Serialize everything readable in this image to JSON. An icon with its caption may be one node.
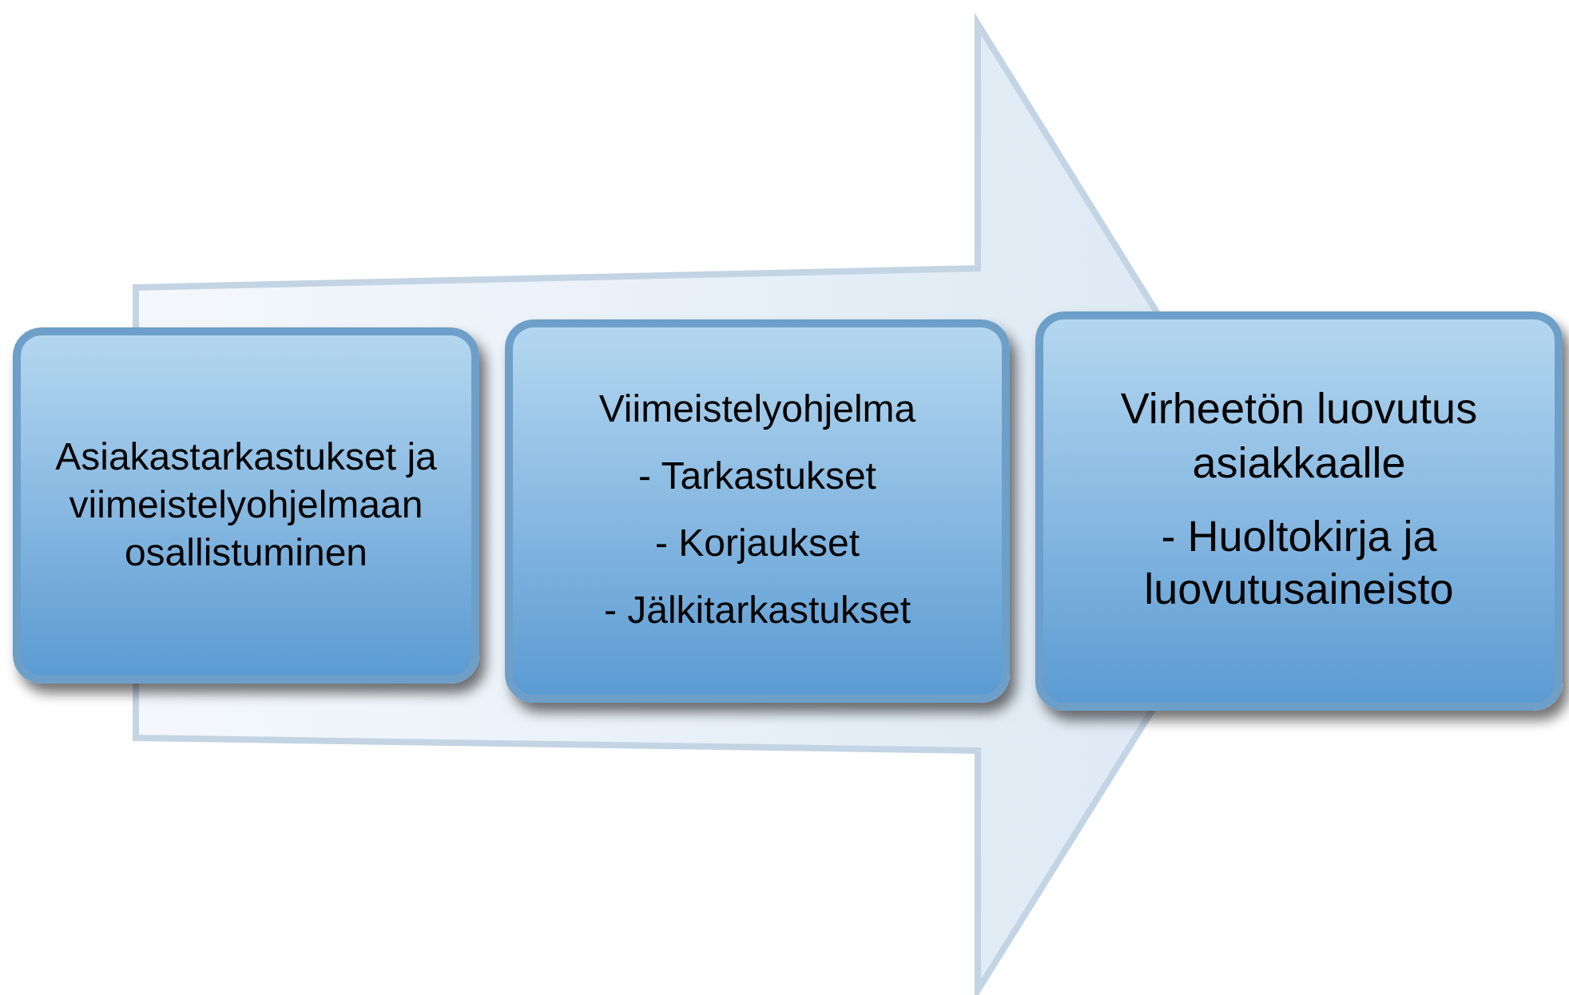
{
  "diagram": {
    "nodes": [
      {
        "text": [
          "Asiakastarkastukset ja viimeistelyohjelmaan osallistuminen"
        ]
      },
      {
        "text": [
          "Viimeistelyohjelma",
          "- Tarkastukset",
          "- Korjaukset",
          "- Jälkitarkastukset"
        ]
      },
      {
        "text": [
          "Virheetön luovutus asiakkaalle",
          "- Huoltokirja ja luovutusaineisto"
        ]
      }
    ],
    "edges": [
      {
        "from": 0,
        "to": 2,
        "arrow": "to"
      }
    ]
  }
}
